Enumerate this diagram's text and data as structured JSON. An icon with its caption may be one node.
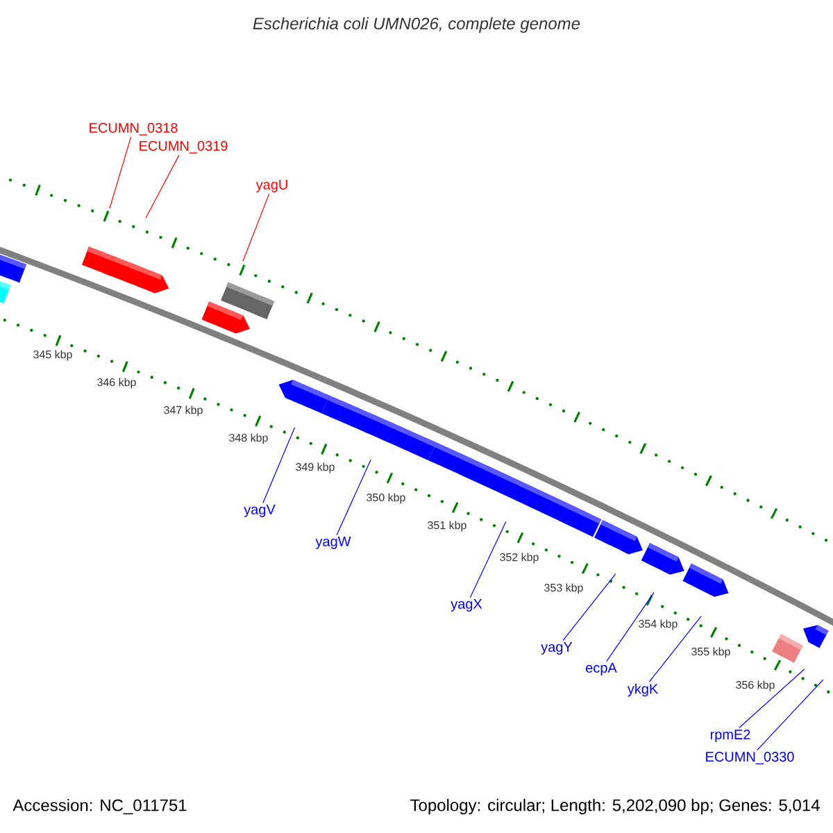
{
  "diagram": {
    "title": "Escherichia coli UMN026, complete genome",
    "nodes": [
      {
        "text": [
          "ECUMN_0318"
        ]
      },
      {
        "text": [
          "ECUMN_0319"
        ]
      },
      {
        "text": [
          "yagU"
        ]
      },
      {
        "text": [
          "yagV"
        ]
      },
      {
        "text": [
          "yagW"
        ]
      },
      {
        "text": [
          "yagX"
        ]
      },
      {
        "text": [
          "yagY"
        ]
      },
      {
        "text": [
          "ecpA"
        ]
      },
      {
        "text": [
          "ykgK"
        ]
      },
      {
        "text": [
          "rpmE2"
        ]
      },
      {
        "text": [
          "ECUMN_0330"
        ]
      }
    ],
    "edges": [
      {
        "from": 0,
        "to": null,
        "arrow": "none",
        "color": "#ff0000"
      },
      {
        "from": 1,
        "to": null,
        "arrow": "none",
        "color": "#ff0000"
      },
      {
        "from": 2,
        "to": null,
        "arrow": "none",
        "color": "#ff0000"
      },
      {
        "from": 3,
        "to": null,
        "arrow": "none"
      },
      {
        "from": 4,
        "to": null,
        "arrow": "none"
      },
      {
        "from": 5,
        "to": null,
        "arrow": "none"
      },
      {
        "from": 6,
        "to": null,
        "arrow": "none"
      },
      {
        "from": 7,
        "to": null,
        "arrow": "none"
      },
      {
        "from": 8,
        "to": null,
        "arrow": "none"
      },
      {
        "from": 9,
        "to": null,
        "arrow": "none"
      },
      {
        "from": 10,
        "to": null,
        "arrow": "none"
      }
    ],
    "labels": [
      "345 kbp",
      "346 kbp",
      "347 kbp",
      "348 kbp",
      "349 kbp",
      "350 kbp",
      "351 kbp",
      "352 kbp",
      "353 kbp",
      "354 kbp",
      "355 kbp",
      "356 kbp",
      "Accession: NC_011751",
      "Topology: circular; Length: 5,202,090 bp; Genes: 5,014"
    ]
  }
}
